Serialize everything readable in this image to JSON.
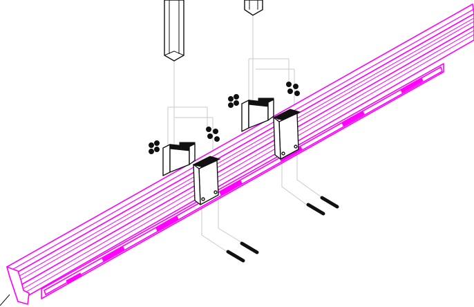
{
  "figure": {
    "kind": "exploded assembly drawing",
    "colors": {
      "rail": "#ff00ff",
      "hardware": "#111111",
      "guides": "#c8c8c8",
      "background": "#ffffff"
    },
    "components": [
      {
        "name": "strut-rail",
        "count": 1
      },
      {
        "name": "square-post",
        "count": 2
      },
      {
        "name": "post-bracket",
        "count": 2
      },
      {
        "name": "channel-clip",
        "count": 2
      },
      {
        "name": "nut-set",
        "count": 4
      },
      {
        "name": "bolt-pair",
        "count": 2
      }
    ]
  }
}
